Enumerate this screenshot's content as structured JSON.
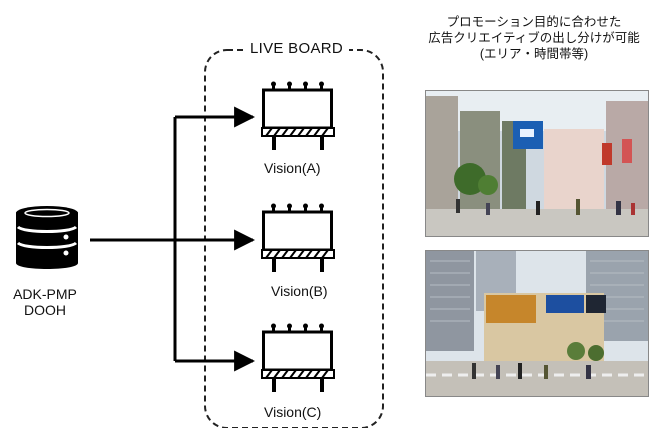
{
  "source": {
    "label_line1": "ADK-PMP",
    "label_line2": "DOOH",
    "icon": "database-icon"
  },
  "board": {
    "title": "LIVE BOARD"
  },
  "visions": [
    {
      "label": "Vision(A)",
      "icon": "billboard-icon"
    },
    {
      "label": "Vision(B)",
      "icon": "billboard-icon"
    },
    {
      "label": "Vision(C)",
      "icon": "billboard-icon"
    }
  ],
  "caption": {
    "line1": "プロモーション目的に合わせた",
    "line2": "広告クリエイティブの出し分けが可能",
    "line3": "(エリア・時間帯等)"
  },
  "photos": [
    {
      "name": "street-photo-top",
      "description_icon": "photo-icon"
    },
    {
      "name": "street-photo-bottom",
      "description_icon": "photo-icon"
    }
  ],
  "colors": {
    "line": "#000000",
    "dash": "#222222"
  }
}
